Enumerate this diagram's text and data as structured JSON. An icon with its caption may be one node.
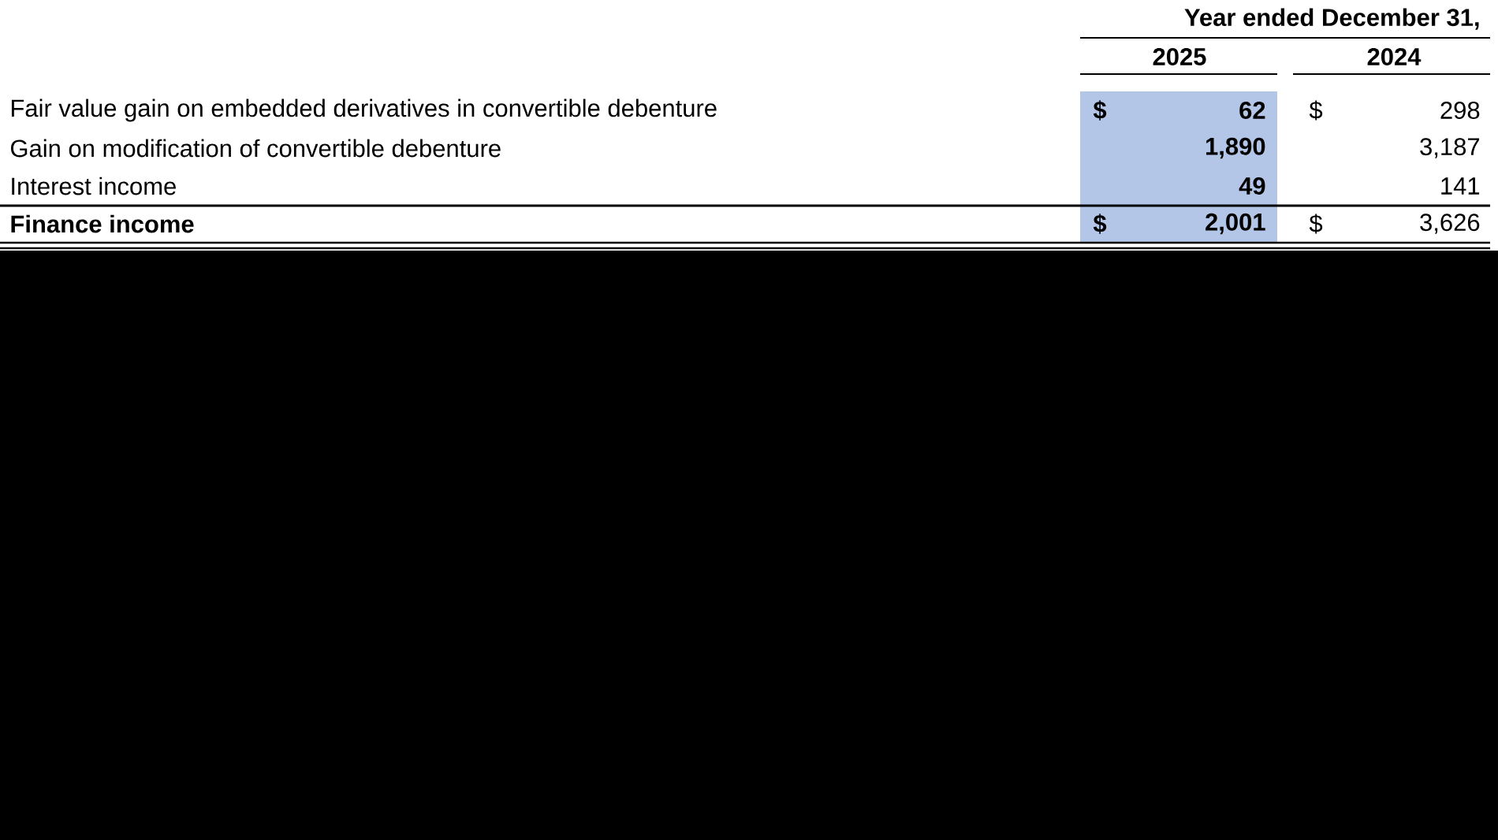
{
  "diagram": {
    "labels": [
      "Year ended December 31,",
      "2025",
      "2024",
      "Fair value gain on embedded derivatives in convertible debenture",
      "$",
      "62",
      "$",
      "298",
      "Gain on modification of convertible debenture",
      "1,890",
      "3,187",
      "Interest income",
      "49",
      "141",
      "Finance income",
      "$",
      "2,001",
      "$",
      "3,626"
    ]
  }
}
